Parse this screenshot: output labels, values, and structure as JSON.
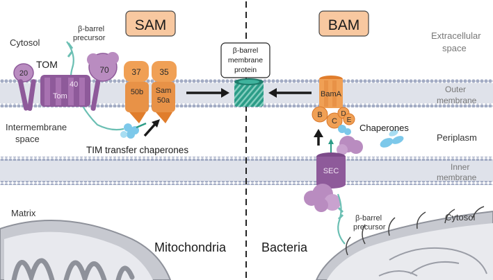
{
  "complexes": {
    "sam": "SAM",
    "bam": "BAM"
  },
  "regions": {
    "cytosol_left": "Cytosol",
    "intermembrane": [
      "Intermembrane",
      "space"
    ],
    "matrix": "Matrix",
    "extracellular": [
      "Extracellular",
      "space"
    ],
    "outer_membrane": [
      "Outer",
      "membrane"
    ],
    "periplasm": "Periplasm",
    "inner_membrane": [
      "Inner",
      "membrane"
    ],
    "cytosol_right": "Cytosol"
  },
  "organisms": {
    "mito": "Mitochondria",
    "bact": "Bacteria"
  },
  "mito_side": {
    "precursor": [
      "β-barrel",
      "precursor"
    ],
    "tom_title": "TOM",
    "tom20": "20",
    "tom70": "70",
    "tom_main": "Tom",
    "tom40": "40",
    "sam37": "37",
    "sam35": "35",
    "sam50b": "50b",
    "sam50a": [
      "Sam",
      "50a"
    ],
    "tim_chaperones": "TIM transfer chaperones"
  },
  "center": {
    "product": [
      "β-barrel",
      "membrane",
      "protein"
    ]
  },
  "bact_side": {
    "bama": "BamA",
    "bamb": "B",
    "bamc": "C",
    "bamd": "D",
    "bame": "E",
    "chaperones": "Chaperones",
    "sec": "SEC",
    "precursor": [
      "β-barrel",
      "precursor"
    ]
  },
  "colors": {
    "lipid_head": "#a3acc4",
    "membrane_core": "#d7dbe6",
    "tom_purple": "#8e5a9a",
    "tom_purple_light": "#b98cc0",
    "sam_orange": "#f0a055",
    "sam_orange_dark": "#e07d2c",
    "label_box": "#f8c8a0",
    "barrel_teal": "#2b9c87",
    "chaperone_blue": "#7cc8ea",
    "precursor_teal": "#6bbfb3"
  }
}
